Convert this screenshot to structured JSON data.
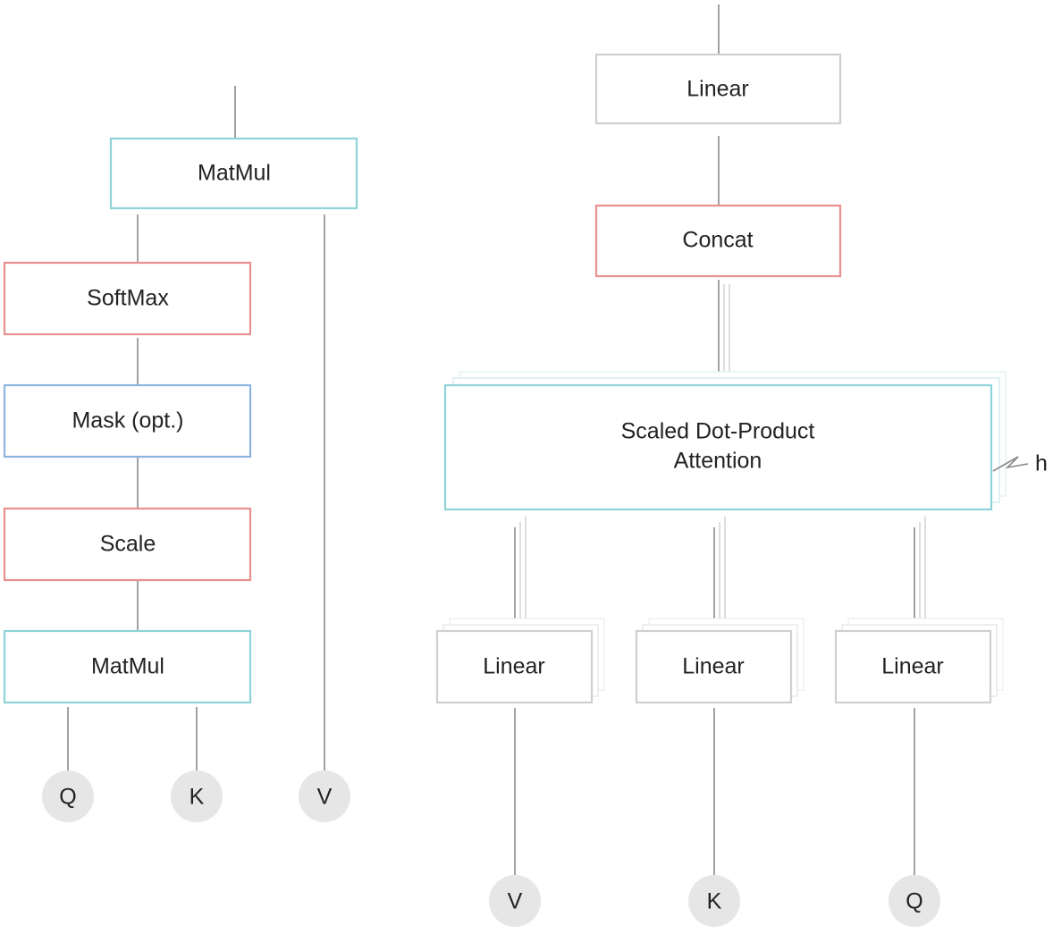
{
  "colors": {
    "matmul_border": "#8fd3d9",
    "softmax_border": "#e8908f",
    "mask_border": "#8db4e0",
    "scale_border": "#e8908f",
    "concat_border": "#e8908f",
    "attention_border": "#8fd3d9",
    "linear_border": "#cfcfcf",
    "circle_fill": "#e6e6e6"
  },
  "left": {
    "matmul_top": "MatMul",
    "softmax": "SoftMax",
    "mask": "Mask (opt.)",
    "scale": "Scale",
    "matmul_bottom": "MatMul",
    "input_q": "Q",
    "input_k": "K",
    "input_v": "V"
  },
  "right": {
    "linear_out": "Linear",
    "concat": "Concat",
    "attention_line1": "Scaled Dot-Product",
    "attention_line2": "Attention",
    "heads": "h",
    "linear_v": "Linear",
    "linear_k": "Linear",
    "linear_q": "Linear",
    "input_v": "V",
    "input_k": "K",
    "input_q": "Q"
  }
}
